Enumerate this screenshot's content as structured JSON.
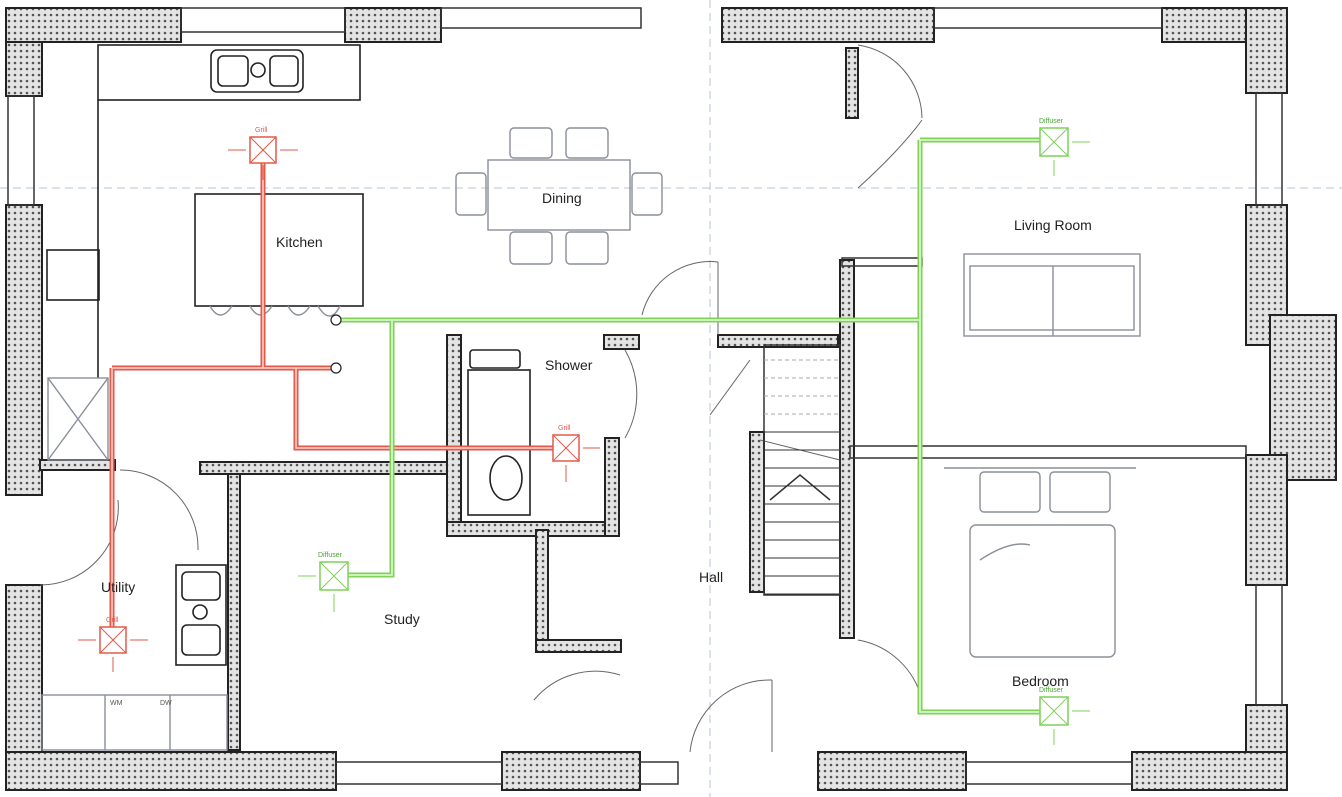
{
  "rooms": {
    "kitchen": "Kitchen",
    "dining": "Dining",
    "living_room": "Living Room",
    "shower": "Shower",
    "utility": "Utility",
    "study": "Study",
    "hall": "Hall",
    "bedroom": "Bedroom"
  },
  "fixtures": {
    "grill": "Grill",
    "diffuser": "Diffuser",
    "wm": "WM",
    "dw": "DW"
  },
  "colors": {
    "extract_duct": "#e25a4a",
    "supply_duct": "#7fd15a",
    "wall_outline": "#222222",
    "gridline": "#b9c6d6"
  }
}
